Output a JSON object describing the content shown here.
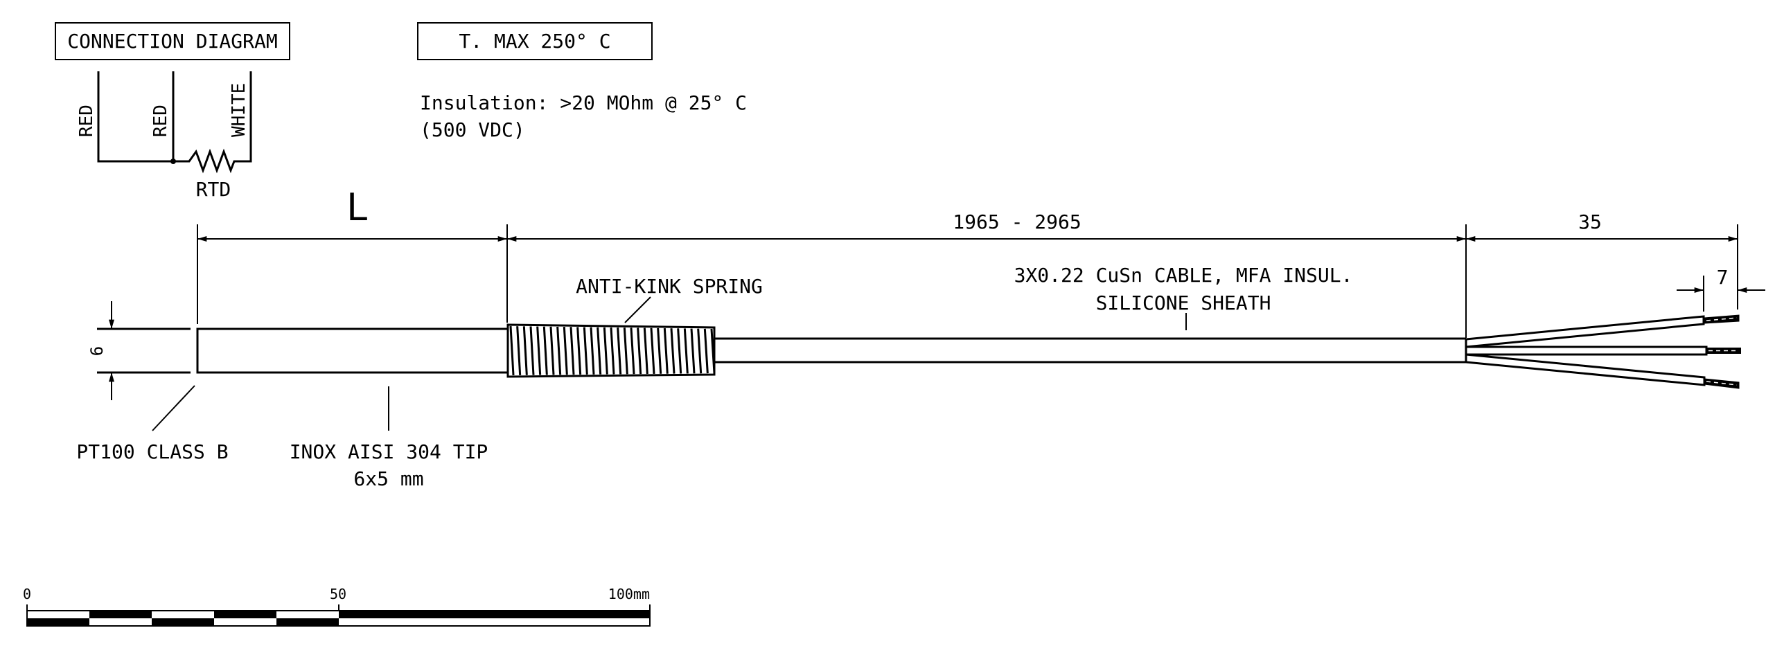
{
  "title_boxes": {
    "connection_diagram": "CONNECTION DIAGRAM",
    "t_max": "T. MAX 250° C"
  },
  "insulation": {
    "line1": "Insulation: >20 MOhm @ 25° C",
    "line2": "(500 VDC)"
  },
  "connection_diagram": {
    "wires": [
      {
        "label": "RED"
      },
      {
        "label": "RED"
      },
      {
        "label": "WHITE"
      }
    ],
    "resistor_label": "RTD"
  },
  "dimensions": {
    "tip_length": "L",
    "cable_length": "1965 - 2965",
    "wire_fanout": "35",
    "strip_length": "7",
    "diameter": "6"
  },
  "callouts": {
    "anti_kink": "ANTI-KINK SPRING",
    "cable_line1": "3X0.22 CuSn CABLE, MFA INSUL.",
    "cable_line2": "SILICONE SHEATH",
    "sensor": "PT100 CLASS B",
    "tip_line1": "INOX AISI 304 TIP",
    "tip_line2": "6x5 mm"
  },
  "scale_bar": {
    "labels": [
      "0",
      "50",
      "100mm"
    ],
    "unit": "mm",
    "segment_mm": 10
  },
  "colors": {
    "line": "#000000",
    "background": "#ffffff"
  }
}
